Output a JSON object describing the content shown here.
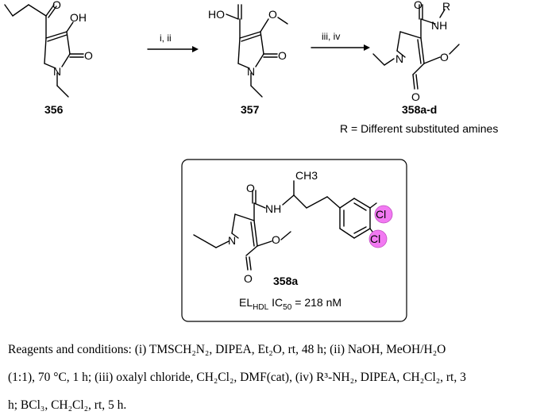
{
  "compounds": {
    "c356": "356",
    "c357": "357",
    "c358": "358a-d",
    "c358a": "358a"
  },
  "atoms": {
    "O": "O",
    "OH": "OH",
    "HO": "HO",
    "N": "N",
    "NH": "NH",
    "R": "R",
    "CH3": "CH3",
    "Cl": "Cl"
  },
  "arrows": {
    "step1": "i, ii",
    "step2": "iii, iv"
  },
  "r_note": "R = Different substituted amines",
  "activity": {
    "prefix": "EL",
    "prefix_sub": "HDL",
    "metric": "IC",
    "metric_sub": "50",
    "value": "= 218 nM"
  },
  "highlight_color": "#f279f2",
  "caption": {
    "line1": "Reagents and conditions: (i) TMSCH₂N₂, DIPEA, Et₂O, rt, 48 h; (ii) NaOH, MeOH/H₂O",
    "line2": "(1:1), 70 °C, 1 h; (iii) oxalyl chloride, CH₂Cl₂, DMF(cat), (iv) R³-NH₂, DIPEA, CH₂Cl₂, rt, 3",
    "line3": "h; BCl₃, CH₂Cl₂, rt, 5 h."
  }
}
